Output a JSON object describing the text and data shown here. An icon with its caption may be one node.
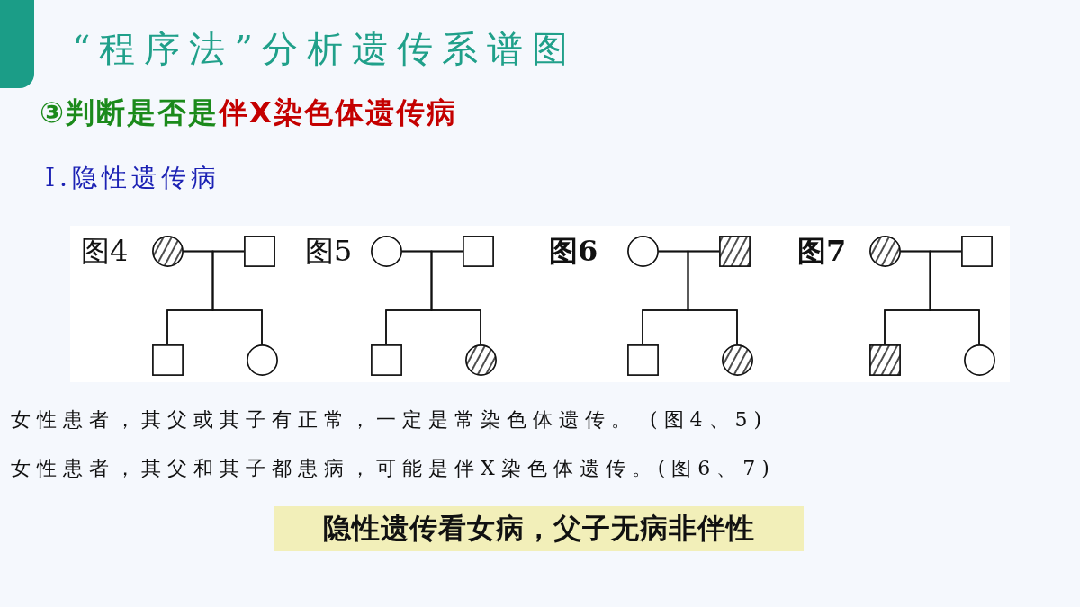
{
  "diagram": {
    "title": "“程序法”分析遗传系谱图",
    "nodes": [
      {
        "text": [],
        "shape": "circle"
      },
      {
        "text": [],
        "shape": "box"
      },
      {
        "text": [],
        "shape": "box"
      },
      {
        "text": [],
        "shape": "circle"
      },
      {
        "text": [],
        "shape": "circle"
      },
      {
        "text": [],
        "shape": "box"
      },
      {
        "text": [],
        "shape": "box"
      },
      {
        "text": [],
        "shape": "circle"
      },
      {
        "text": [],
        "shape": "circle"
      },
      {
        "text": [],
        "shape": "box"
      },
      {
        "text": [],
        "shape": "box"
      },
      {
        "text": [],
        "shape": "circle"
      },
      {
        "text": [],
        "shape": "circle"
      },
      {
        "text": [],
        "shape": "box"
      },
      {
        "text": [],
        "shape": "box"
      },
      {
        "text": [],
        "shape": "circle"
      },
      {
        "text": [
          "隐性遗传看女病，父子无病非伴性"
        ]
      }
    ],
    "edges": [
      {
        "from": 0,
        "to": 1,
        "arrow": "none"
      },
      {
        "from": 0,
        "to": 2,
        "arrow": "none"
      },
      {
        "from": 1,
        "to": 2,
        "arrow": "none"
      },
      {
        "from": 0,
        "to": 3,
        "arrow": "none"
      },
      {
        "from": 1,
        "to": 3,
        "arrow": "none"
      },
      {
        "from": 4,
        "to": 5,
        "arrow": "none"
      },
      {
        "from": 4,
        "to": 6,
        "arrow": "none"
      },
      {
        "from": 5,
        "to": 6,
        "arrow": "none"
      },
      {
        "from": 4,
        "to": 7,
        "arrow": "none"
      },
      {
        "from": 5,
        "to": 7,
        "arrow": "none"
      },
      {
        "from": 8,
        "to": 9,
        "arrow": "none"
      },
      {
        "from": 8,
        "to": 10,
        "arrow": "none"
      },
      {
        "from": 9,
        "to": 10,
        "arrow": "none"
      },
      {
        "from": 8,
        "to": 11,
        "arrow": "none"
      },
      {
        "from": 9,
        "to": 11,
        "arrow": "none"
      },
      {
        "from": 12,
        "to": 13,
        "arrow": "none"
      },
      {
        "from": 12,
        "to": 14,
        "arrow": "none"
      },
      {
        "from": 13,
        "to": 14,
        "arrow": "none"
      },
      {
        "from": 12,
        "to": 15,
        "arrow": "none"
      },
      {
        "from": 13,
        "to": 15,
        "arrow": "none"
      }
    ],
    "labels": [
      "③判断是否是",
      "伴X染色体遗传病",
      "I.隐性遗传病",
      "图4",
      "图5",
      "图6",
      "图7",
      "女性患者，其父或其子有正常，一定是常染色体遗传。 (图4、5)",
      "女性患者，其父和其子都患病，可能是伴X染色体遗传。(图6、7)"
    ]
  }
}
